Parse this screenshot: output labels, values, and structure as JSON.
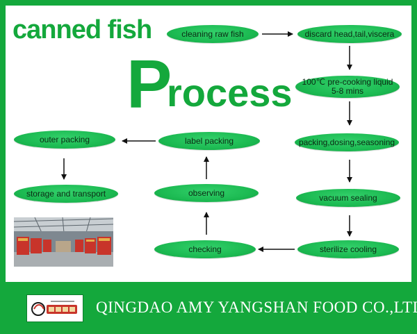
{
  "title": {
    "line1": "canned fish",
    "big_initial": "P",
    "big_rest": "rocess"
  },
  "nodes": {
    "cleaning": "cleaning raw fish",
    "discard": "discard head,tail,viscera",
    "precook_line1": "100℃ pre-cooking liquid",
    "precook_line2": "5-8 mins",
    "packing_dosing": "packing,dosing,seasoning",
    "vacuum": "vacuum sealing",
    "sterilize": "sterilize cooling",
    "checking": "checking",
    "observing": "observing",
    "label_packing": "label packing",
    "outer_packing": "outer packing",
    "storage": "storage and transport"
  },
  "footer": {
    "company": "QINGDAO AMY YANGSHAN FOOD CO.,LTD."
  },
  "colors": {
    "brand_green": "#14a83c",
    "node_green": "#1cba52",
    "text_dark": "#0b2a14"
  }
}
